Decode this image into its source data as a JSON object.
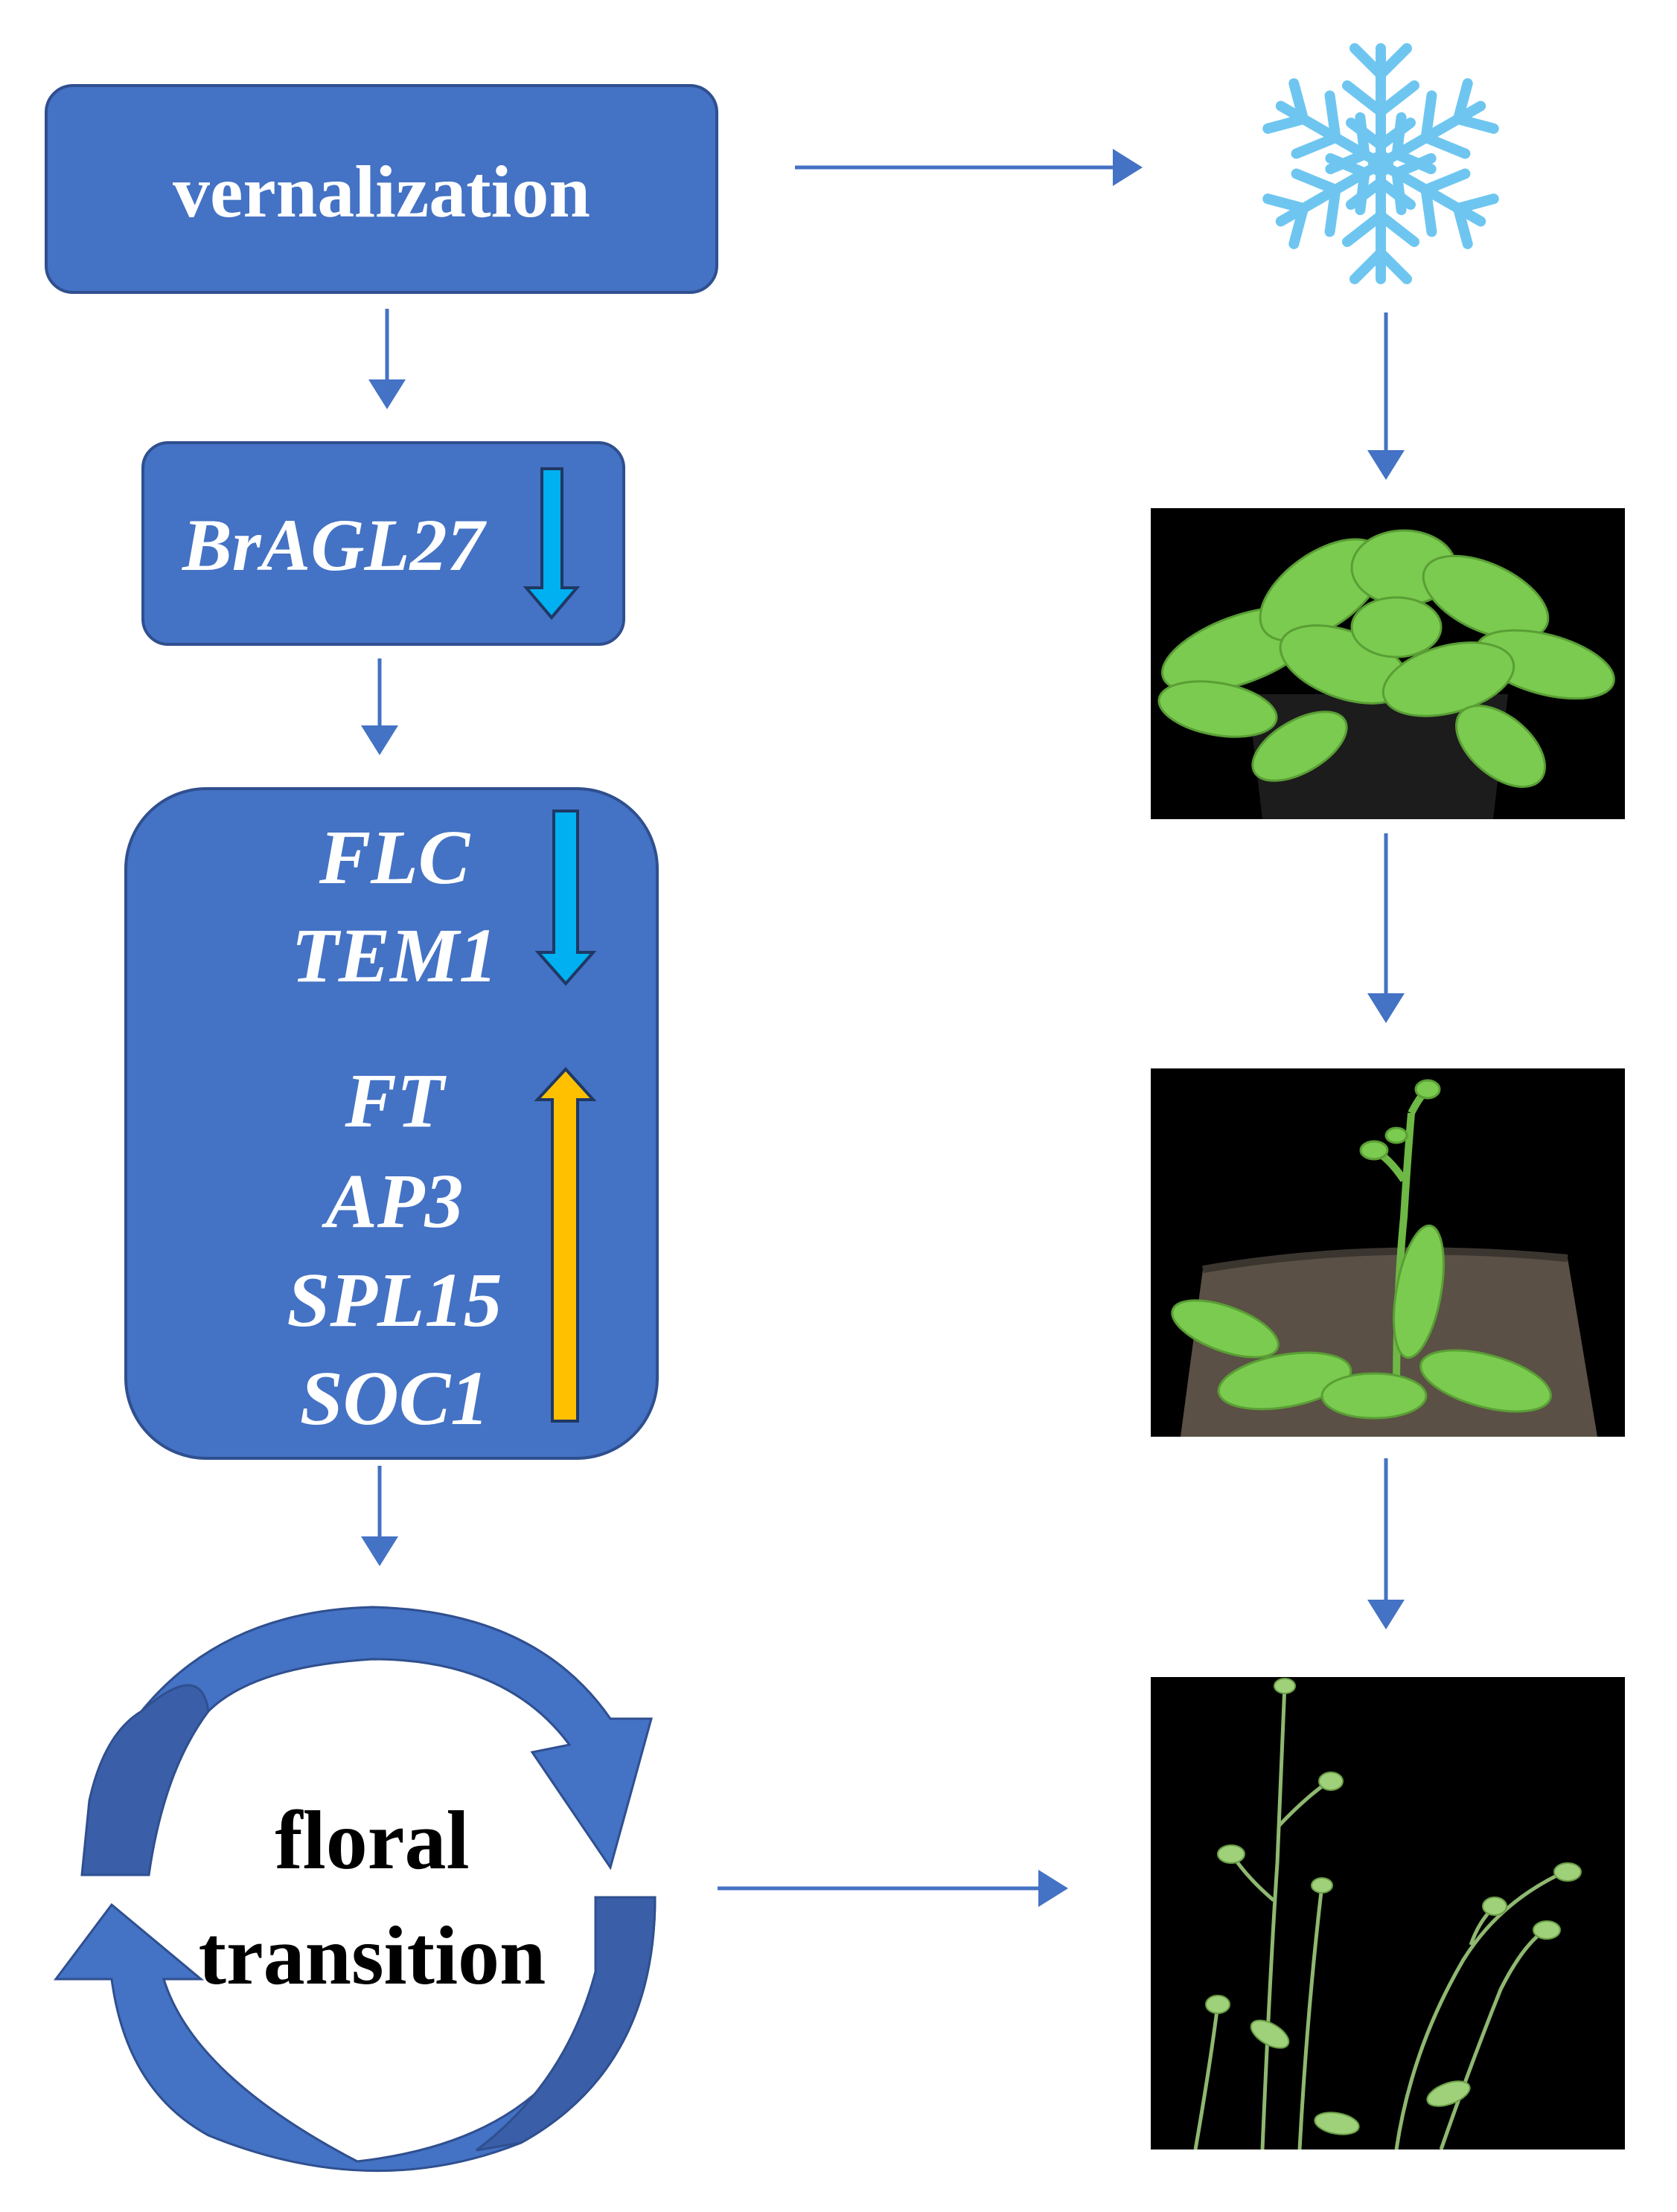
{
  "diagram": {
    "vernalization_label": "vernalization",
    "bragl27_label": "BrAGL27",
    "down_genes": [
      "FLC",
      "TEM1"
    ],
    "up_genes": [
      "FT",
      "AP3",
      "SPL15",
      "SOC1"
    ],
    "floral_line1": "floral",
    "floral_line2": "transition"
  },
  "icons": {
    "cold": "snowflake-icon",
    "stage1": "rosette-plant-photo",
    "stage2": "bolting-plant-photo",
    "stage3": "flowering-plant-photo"
  },
  "colors": {
    "box_fill": "#4472C4",
    "box_border": "#2F4F8F",
    "arrow": "#4472C4",
    "down_arrow": "#00B0F0",
    "up_arrow": "#FFC000",
    "snowflake": "#6EC6F0",
    "leaf": "#7ACB4F"
  }
}
